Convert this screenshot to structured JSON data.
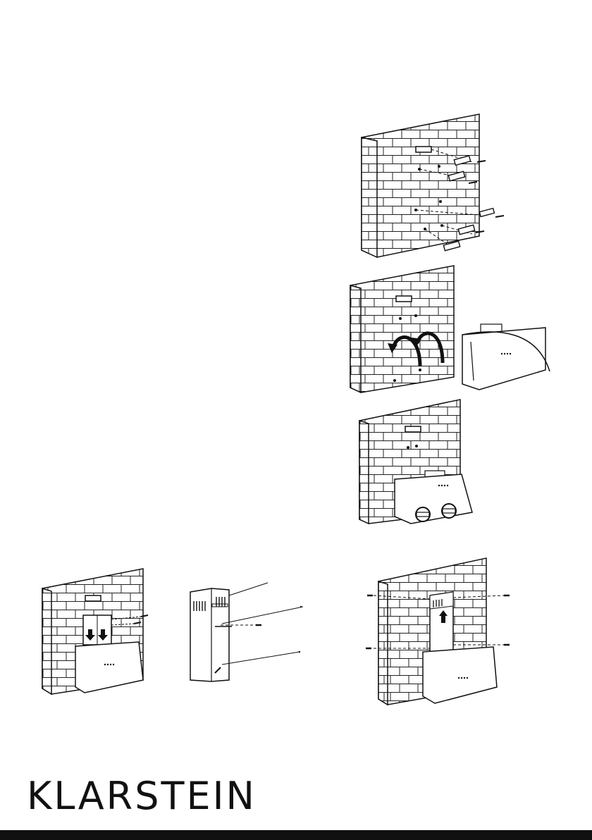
{
  "brand": {
    "logo_text": "KLARSTEIN"
  },
  "colors": {
    "ink": "#111111",
    "paper": "#ffffff",
    "footer_bar": "#111111"
  },
  "figures": [
    {
      "name": "step-drill-and-dowels"
    },
    {
      "name": "step-hang-hood"
    },
    {
      "name": "step-fix-hood-screws"
    },
    {
      "name": "step-insert-duct"
    },
    {
      "name": "step-duct-cover-parts"
    },
    {
      "name": "step-fix-chimney-cover"
    }
  ]
}
